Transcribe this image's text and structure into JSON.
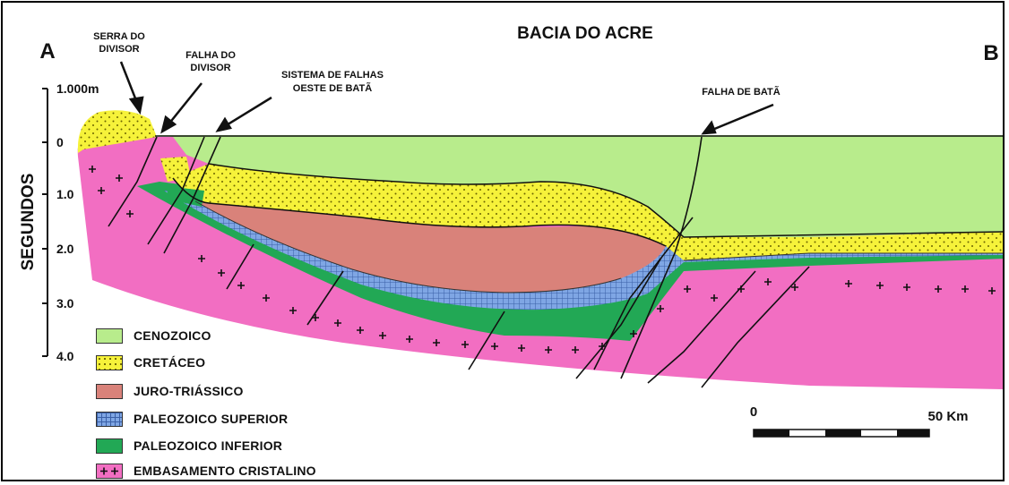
{
  "title": "BACIA DO ACRE",
  "endpoints": {
    "left": "A",
    "right": "B"
  },
  "annotations": {
    "serra_line1": "SERRA DO",
    "serra_line2": "DIVISOR",
    "falha_div_line1": "FALHA DO",
    "falha_div_line2": "DIVISOR",
    "sistema_line1": "SISTEMA DE FALHAS",
    "sistema_line2": "OESTE DE BATÃ",
    "falha_bata": "FALHA DE BATÃ"
  },
  "vertical_axis": {
    "label": "SEGUNDOS",
    "ticks": [
      "1.000m",
      "0",
      "1.0",
      "2.0",
      "3.0",
      "4.0"
    ]
  },
  "legend": [
    {
      "label": "CENOZOICO",
      "color": "#b8ec8c",
      "pattern": "plain"
    },
    {
      "label": "CRETÁCEO",
      "color": "#f6f23a",
      "pattern": "dots"
    },
    {
      "label": "JURO-TRIÁSSICO",
      "color": "#d9827a",
      "pattern": "plain"
    },
    {
      "label": "PALEOZOICO SUPERIOR",
      "color": "#7fa6e4",
      "pattern": "grid"
    },
    {
      "label": "PALEOZOICO INFERIOR",
      "color": "#22a855",
      "pattern": "plain"
    },
    {
      "label": "EMBASAMENTO CRISTALINO",
      "color": "#f26ec2",
      "pattern": "plus"
    }
  ],
  "scale_bar": {
    "start": "0",
    "end": "50 Km"
  }
}
